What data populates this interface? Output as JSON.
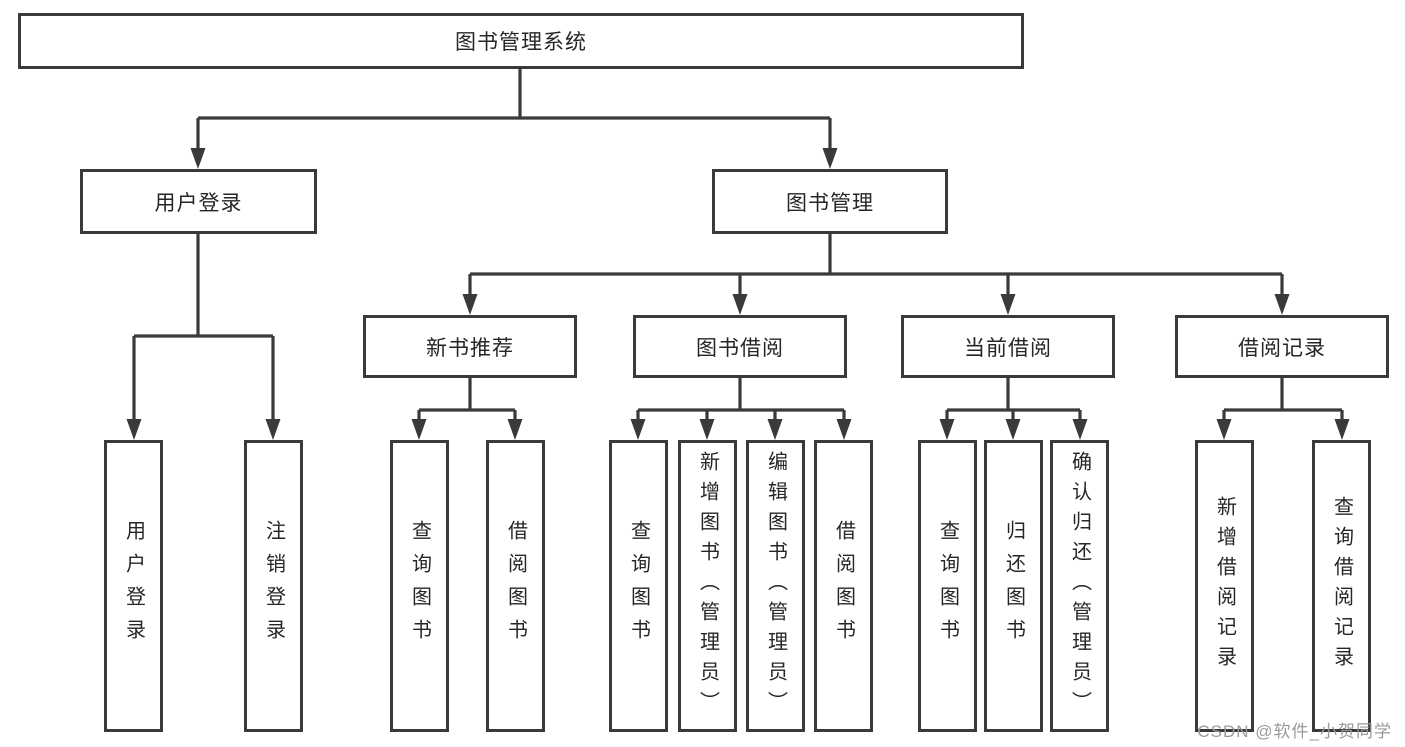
{
  "tree": {
    "root": {
      "label": "图书管理系统",
      "children": [
        {
          "label": "用户登录",
          "children": [
            {
              "label": "用户登录"
            },
            {
              "label": "注销登录"
            }
          ]
        },
        {
          "label": "图书管理",
          "children": [
            {
              "label": "新书推荐",
              "children": [
                {
                  "label": "查询图书"
                },
                {
                  "label": "借阅图书"
                }
              ]
            },
            {
              "label": "图书借阅",
              "children": [
                {
                  "label": "查询图书"
                },
                {
                  "label": "新增图书（管理员）"
                },
                {
                  "label": "编辑图书（管理员）"
                },
                {
                  "label": "借阅图书"
                }
              ]
            },
            {
              "label": "当前借阅",
              "children": [
                {
                  "label": "查询图书"
                },
                {
                  "label": "归还图书"
                },
                {
                  "label": "确认归还（管理员）"
                }
              ]
            },
            {
              "label": "借阅记录",
              "children": [
                {
                  "label": "新增借阅记录"
                },
                {
                  "label": "查询借阅记录"
                }
              ]
            }
          ]
        }
      ]
    }
  },
  "watermark": {
    "text": "CSDN @软件_小贺同学"
  },
  "colors": {
    "line": "#3a3a3a",
    "box_border": "#3a3a3a",
    "box_background": "#ffffff",
    "text": "#262626",
    "watermark_text": "#9a9a9a",
    "page_background": "#ffffff"
  }
}
